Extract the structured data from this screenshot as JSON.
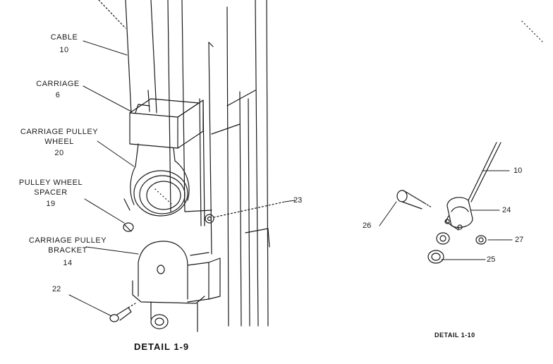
{
  "detail_left": {
    "caption": "DETAIL 1-9",
    "callouts": {
      "cable": {
        "name": "CABLE",
        "number": "10"
      },
      "carriage": {
        "name": "CARRIAGE",
        "number": "6"
      },
      "carriage_pulley_wheel": {
        "line1": "CARRIAGE PULLEY",
        "line2": "WHEEL",
        "number": "20"
      },
      "pulley_wheel_spacer": {
        "line1": "PULLEY WHEEL",
        "line2": "SPACER",
        "number": "19"
      },
      "carriage_pulley_bracket": {
        "line1": "CARRIAGE PULLEY",
        "line2": "BRACKET",
        "number": "14"
      },
      "part_22": {
        "number": "22"
      },
      "part_23": {
        "number": "23"
      }
    }
  },
  "detail_right": {
    "caption": "DETAIL 1-10",
    "callouts": {
      "part_10": "10",
      "part_24": "24",
      "part_25": "25",
      "part_26": "26",
      "part_27": "27"
    }
  },
  "colors": {
    "line": "#1a1a1a",
    "background": "#ffffff"
  }
}
